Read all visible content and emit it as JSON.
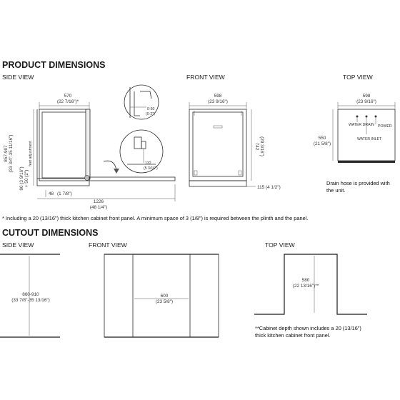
{
  "product": {
    "title": "PRODUCT DIMENSIONS",
    "side_view": {
      "label": "SIDE VIEW",
      "depth": "570",
      "depth_in": "(22 7/16\")*",
      "height": "857-907",
      "height_in": "(33 3/4\"-35 11/16\")",
      "feet_adjustment": "feet adjustment",
      "plinth": "90 (3 9/16\")",
      "plinth_adj": "+ 50 (2\")",
      "toe": "48",
      "toe_in": "(1 7/8\")",
      "door_open": "1226",
      "door_open_in": "(48 1/4\")",
      "detail_top": "0-50",
      "detail_top_in": "(0-2\")",
      "detail_bottom": "132",
      "detail_bottom_in": "(5 3/16\")"
    },
    "front_view": {
      "label": "FRONT VIEW",
      "width": "598",
      "width_in": "(23 9/16\")",
      "height": "742",
      "height_in": "(29 3/16\")",
      "plinth": "115 (4 1/2\")"
    },
    "top_view": {
      "label": "TOP VIEW",
      "width": "598",
      "width_in": "(23 9/16\")",
      "depth": "550",
      "depth_in": "(21 5/8\")",
      "water_drain": "WATER DRAIN",
      "water_inlet": "WATER INLET",
      "power": "POWER",
      "drain_note": "Drain hose is provided with the unit."
    },
    "footnote": "* Including a 20 (13/16\") thick kitchen cabinet front panel. A minimum space of 3 (1/8\") is required between the plinth and the panel."
  },
  "cutout": {
    "title": "CUTOUT DIMENSIONS",
    "side_view": {
      "label": "SIDE VIEW",
      "height": "860-910",
      "height_in": "(33 7/8\"-35 13/16\")"
    },
    "front_view": {
      "label": "FRONT VIEW",
      "width": "600",
      "width_in": "(23 5/8\")"
    },
    "top_view": {
      "label": "TOP VIEW",
      "depth": "580",
      "depth_in": "(22 13/16\")**",
      "note": "**Cabinet depth shown includes a 20 (13/16\") thick kitchen cabinet front panel."
    }
  }
}
